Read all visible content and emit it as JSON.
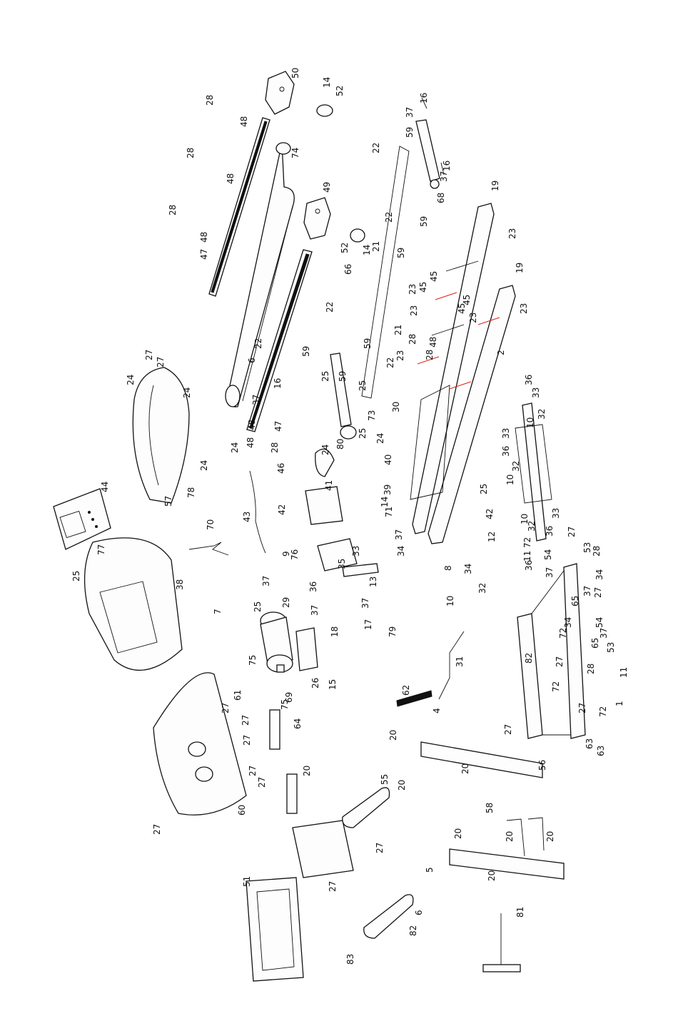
{
  "diagram": {
    "colors": {
      "ink": "#111111",
      "accent": "#dd2211",
      "paper": "#ffffff"
    },
    "callouts": [
      "50",
      "14",
      "52",
      "16",
      "37",
      "16",
      "37",
      "68",
      "19",
      "23",
      "2",
      "19",
      "23",
      "28",
      "48",
      "28",
      "48",
      "28",
      "48",
      "47",
      "74",
      "49",
      "22",
      "59",
      "52",
      "14",
      "21",
      "59",
      "22",
      "66",
      "59",
      "22",
      "21",
      "59",
      "22",
      "59",
      "45",
      "23",
      "45",
      "23",
      "45",
      "23",
      "45",
      "23",
      "28",
      "48",
      "28",
      "48",
      "28",
      "48",
      "47",
      "37",
      "16",
      "6",
      "22",
      "59",
      "25",
      "80",
      "25",
      "73",
      "30",
      "25",
      "24",
      "24",
      "46",
      "24",
      "24",
      "24",
      "24",
      "57",
      "27",
      "27",
      "78",
      "44",
      "77",
      "25",
      "70",
      "43",
      "41",
      "42",
      "40",
      "39",
      "14",
      "71",
      "37",
      "34",
      "25",
      "42",
      "12",
      "9",
      "76",
      "36",
      "33",
      "35",
      "13",
      "37",
      "34",
      "8",
      "10",
      "32",
      "36",
      "33",
      "10",
      "32",
      "33",
      "36",
      "10",
      "32",
      "33",
      "36",
      "10",
      "32",
      "36",
      "11",
      "72",
      "27",
      "53",
      "28",
      "54",
      "37",
      "34",
      "27",
      "65",
      "37",
      "72",
      "34",
      "54",
      "37",
      "65",
      "28",
      "53",
      "27",
      "72",
      "11",
      "1",
      "72",
      "27",
      "63",
      "63",
      "82",
      "56",
      "31",
      "38",
      "29",
      "25",
      "7",
      "37",
      "37",
      "18",
      "17",
      "79",
      "26",
      "15",
      "69",
      "75",
      "75",
      "64",
      "20",
      "62",
      "4",
      "20",
      "20",
      "20",
      "58",
      "27",
      "55",
      "27",
      "27",
      "27",
      "27",
      "27",
      "27",
      "27",
      "61",
      "60",
      "51",
      "27",
      "6",
      "82",
      "83",
      "20",
      "20",
      "5",
      "20",
      "20",
      "81"
    ]
  }
}
